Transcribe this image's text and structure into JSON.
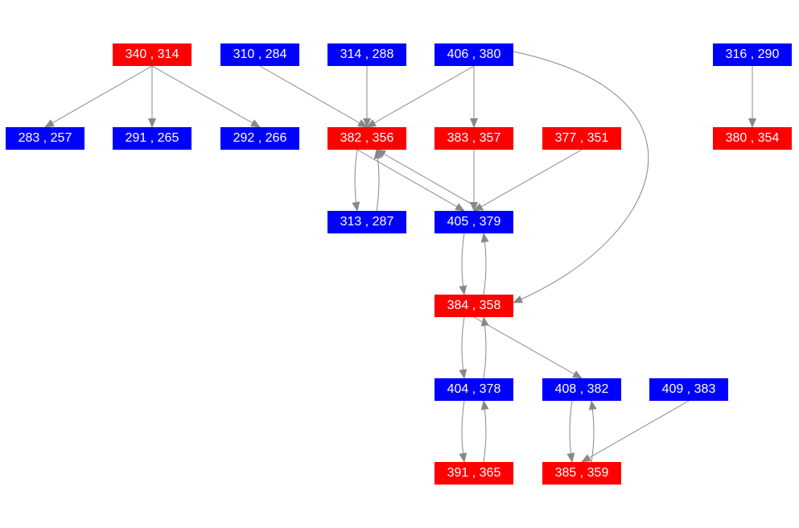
{
  "colors": {
    "red": "#ff0000",
    "blue": "#0000ff",
    "edge": "#888888"
  },
  "nodes": [
    {
      "id": "n340",
      "label": "340 , 314",
      "color": "red"
    },
    {
      "id": "n310",
      "label": "310 , 284",
      "color": "blue"
    },
    {
      "id": "n314",
      "label": "314 , 288",
      "color": "blue"
    },
    {
      "id": "n406",
      "label": "406 , 380",
      "color": "blue"
    },
    {
      "id": "n316",
      "label": "316 , 290",
      "color": "blue"
    },
    {
      "id": "n283",
      "label": "283 , 257",
      "color": "blue"
    },
    {
      "id": "n291",
      "label": "291 , 265",
      "color": "blue"
    },
    {
      "id": "n292",
      "label": "292 , 266",
      "color": "blue"
    },
    {
      "id": "n382",
      "label": "382 , 356",
      "color": "red"
    },
    {
      "id": "n383",
      "label": "383 , 357",
      "color": "red"
    },
    {
      "id": "n377",
      "label": "377 , 351",
      "color": "red"
    },
    {
      "id": "n380",
      "label": "380 , 354",
      "color": "red"
    },
    {
      "id": "n313",
      "label": "313 , 287",
      "color": "blue"
    },
    {
      "id": "n405",
      "label": "405 , 379",
      "color": "blue"
    },
    {
      "id": "n384",
      "label": "384 , 358",
      "color": "red"
    },
    {
      "id": "n404",
      "label": "404 , 378",
      "color": "blue"
    },
    {
      "id": "n408",
      "label": "408 , 382",
      "color": "blue"
    },
    {
      "id": "n409",
      "label": "409 , 383",
      "color": "blue"
    },
    {
      "id": "n391",
      "label": "391 , 365",
      "color": "red"
    },
    {
      "id": "n385",
      "label": "385 , 359",
      "color": "red"
    }
  ],
  "edges": [
    [
      "n340",
      "n283"
    ],
    [
      "n340",
      "n291"
    ],
    [
      "n340",
      "n292"
    ],
    [
      "n310",
      "n382"
    ],
    [
      "n314",
      "n382"
    ],
    [
      "n406",
      "n382"
    ],
    [
      "n406",
      "n383"
    ],
    [
      "n406",
      "n384"
    ],
    [
      "n316",
      "n380"
    ],
    [
      "n382",
      "n313"
    ],
    [
      "n313",
      "n382"
    ],
    [
      "n382",
      "n405"
    ],
    [
      "n405",
      "n382"
    ],
    [
      "n383",
      "n405"
    ],
    [
      "n377",
      "n405"
    ],
    [
      "n405",
      "n384"
    ],
    [
      "n384",
      "n405"
    ],
    [
      "n384",
      "n404"
    ],
    [
      "n404",
      "n384"
    ],
    [
      "n384",
      "n408"
    ],
    [
      "n404",
      "n391"
    ],
    [
      "n391",
      "n404"
    ],
    [
      "n408",
      "n385"
    ],
    [
      "n385",
      "n408"
    ],
    [
      "n409",
      "n385"
    ]
  ]
}
